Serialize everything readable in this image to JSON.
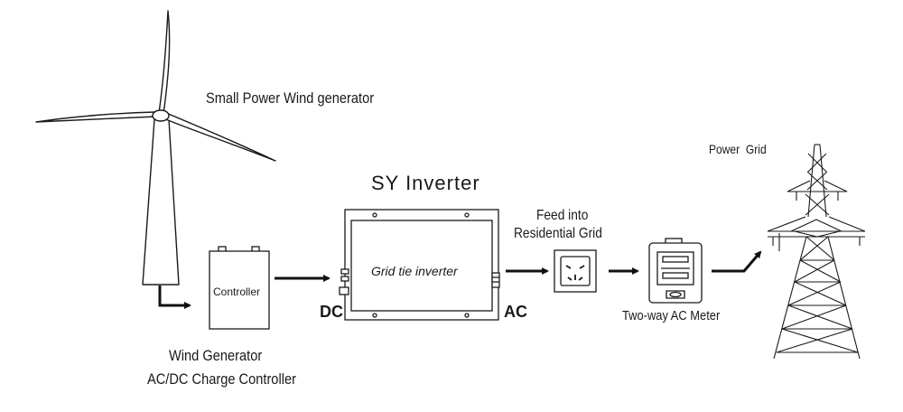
{
  "labels": {
    "wind_generator": "Small Power Wind generator",
    "controller": "Controller",
    "charge_controller_line1": "Wind  Generator",
    "charge_controller_line2": "AC/DC Charge Controller",
    "inverter_title": "SY  Inverter",
    "inverter_inner": "Grid tie inverter",
    "dc": "DC",
    "ac": "AC",
    "feed_line1": "Feed into",
    "feed_line2": "Residential Grid",
    "meter": "Two-way AC Meter",
    "power_grid": "Power  Grid"
  },
  "colors": {
    "ink": "#111111",
    "background": "#ffffff"
  }
}
